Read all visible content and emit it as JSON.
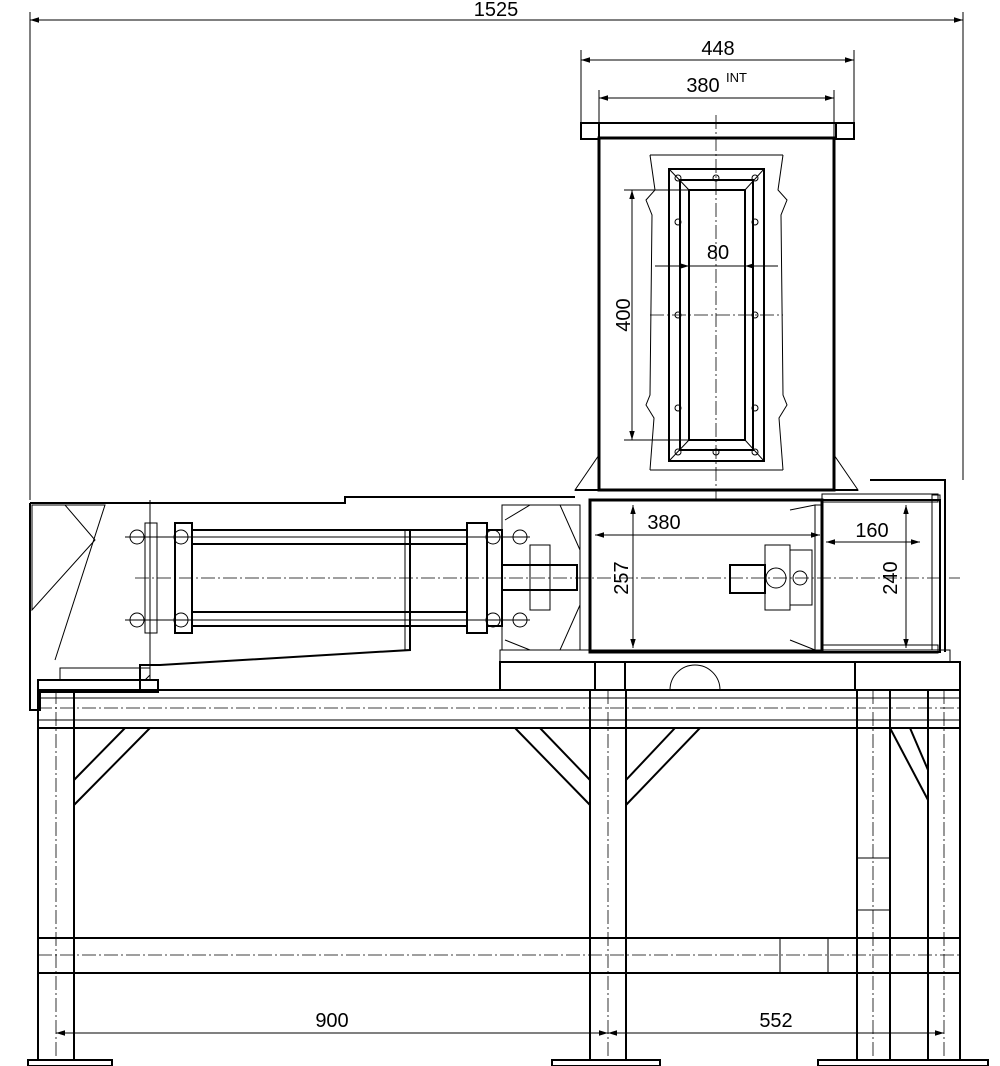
{
  "dimensions": {
    "overall_width": "1525",
    "hopper_outer_width": "448",
    "hopper_inner_width": "380",
    "hopper_inner_suffix": "INT",
    "window_width": "80",
    "window_height": "400",
    "chamber_width": "380",
    "chamber_height": "257",
    "box_width": "160",
    "box_height": "240",
    "left_span": "900",
    "right_span": "552"
  },
  "colors": {
    "line": "#000000",
    "background": "#ffffff"
  }
}
